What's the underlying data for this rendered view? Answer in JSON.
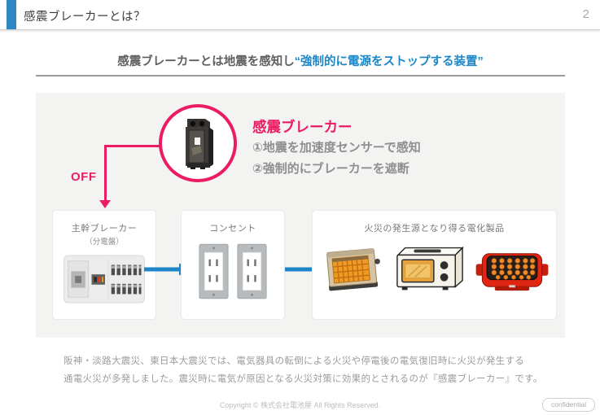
{
  "header": {
    "title": "感震ブレーカーとは？",
    "page_number": "2"
  },
  "subtitle": {
    "lead": "感震ブレーカー",
    "connector": "とは地震を感知し",
    "highlight": "“強制的に電源をストップする装置”"
  },
  "diagram": {
    "label": "感震ブレーカー",
    "feature1": "①地震を加速度センサーで感知",
    "feature2": "②強制的にブレーカーを遮断",
    "off_label": "OFF",
    "breaker_icon": "circuit-breaker-icon",
    "boxes": [
      {
        "label": "主幹ブレーカー",
        "sublabel": "（分電盤）",
        "icon": "distribution-panel-icon"
      },
      {
        "label": "コンセント",
        "icon": "outlet-icon"
      },
      {
        "label": "火災の発生源となり得る電化製品",
        "icons": [
          "electric-heater-icon",
          "toaster-oven-icon",
          "electric-griddle-icon"
        ]
      }
    ]
  },
  "description": {
    "line1": "阪神・淡路大震災、東日本大震災では、電気器具の転倒による火災や停電後の電気復旧時に火災が発生する",
    "line2": "通電火災が多発しました。震災時に電気が原因となる火災対策に効果的とされるのが『感震ブレーカー』です。"
  },
  "footer": {
    "copyright": "Copyright © 株式会社電池屋 All Rights Reserved.",
    "badge": "confidential"
  },
  "colors": {
    "accent_blue": "#2e86c4",
    "highlight_blue": "#1b87c9",
    "accent_pink": "#eb1c63",
    "arrow_blue": "#1e86c8",
    "panel_gray": "#f3f3f2"
  }
}
